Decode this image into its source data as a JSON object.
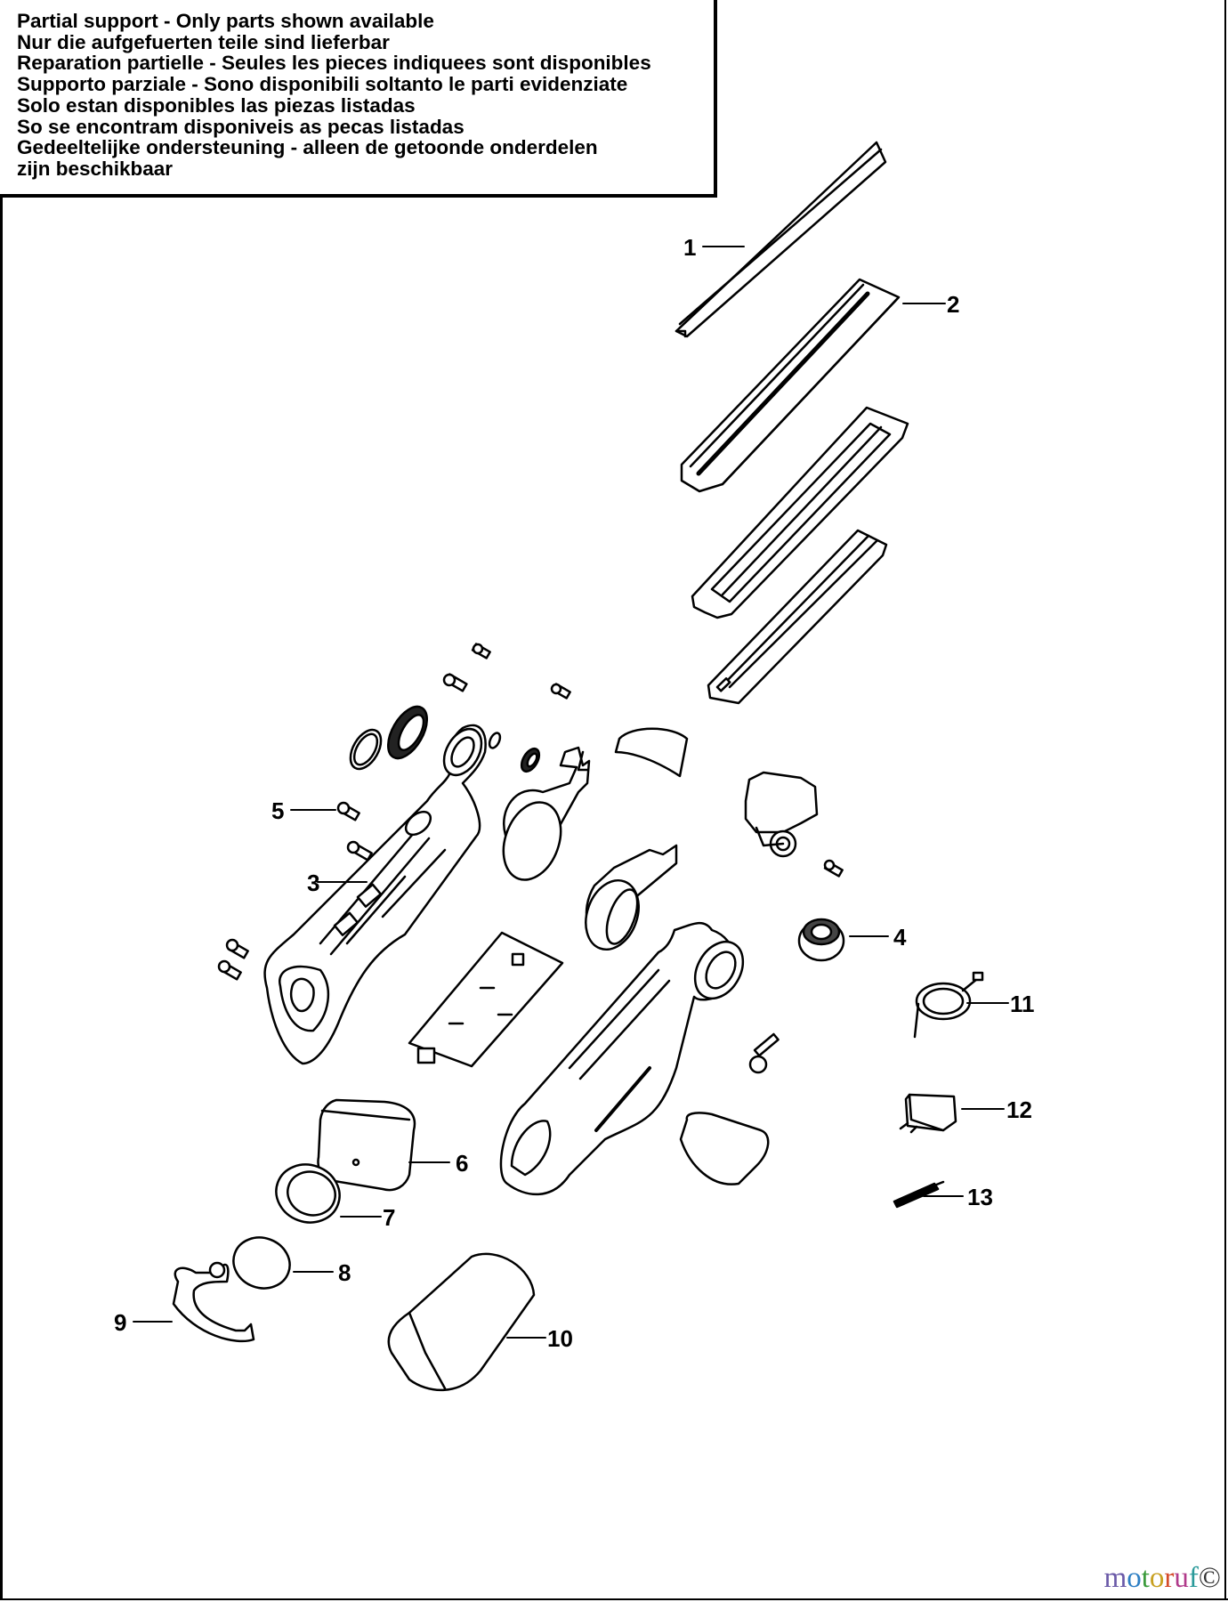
{
  "notice": {
    "lines": [
      "Partial support - Only parts shown available",
      "Nur die aufgefuerten teile sind lieferbar",
      "Reparation partielle - Seules les pieces indiquees sont disponibles",
      "Supporto parziale - Sono disponibili soltanto le parti evidenziate",
      "Solo estan disponibles las piezas listadas",
      "So se encontram disponiveis as pecas listadas",
      "Gedeeltelijke ondersteuning - alleen de getoonde onderdelen",
      "zijn beschikbaar"
    ]
  },
  "parts": {
    "p1": "1",
    "p2": "2",
    "p3": "3",
    "p4": "4",
    "p5": "5",
    "p6": "6",
    "p7": "7",
    "p8": "8",
    "p9": "9",
    "p10": "10",
    "p11": "11",
    "p12": "12",
    "p13": "13"
  },
  "watermark": {
    "letters": [
      "m",
      "o",
      "t",
      "o",
      "r",
      "u",
      "f",
      "©"
    ],
    "colors": [
      "#6b5aa8",
      "#2e7fc4",
      "#3a9a3a",
      "#c8a020",
      "#d44a2a",
      "#b03a8a",
      "#2a9a9a",
      "#333333"
    ]
  }
}
